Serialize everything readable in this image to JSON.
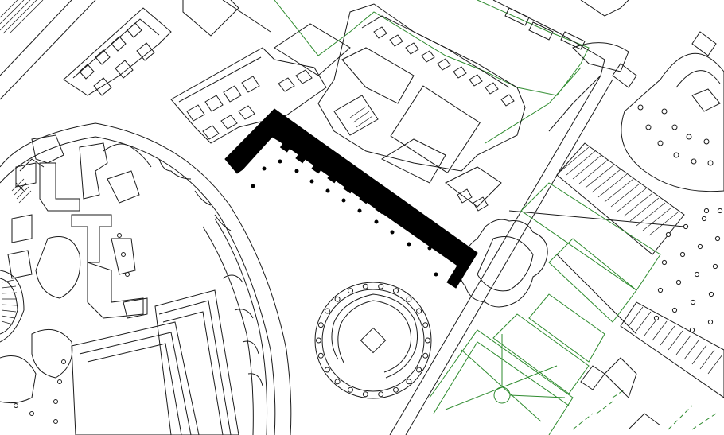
{
  "colors": {
    "background": "#ffffff",
    "outline": "#1a1a1a",
    "highlight_fill": "#000000",
    "garden": "#2e8b2e"
  },
  "icons": [
    "highlighted-building",
    "circular-colonnade",
    "garden-roundel"
  ]
}
